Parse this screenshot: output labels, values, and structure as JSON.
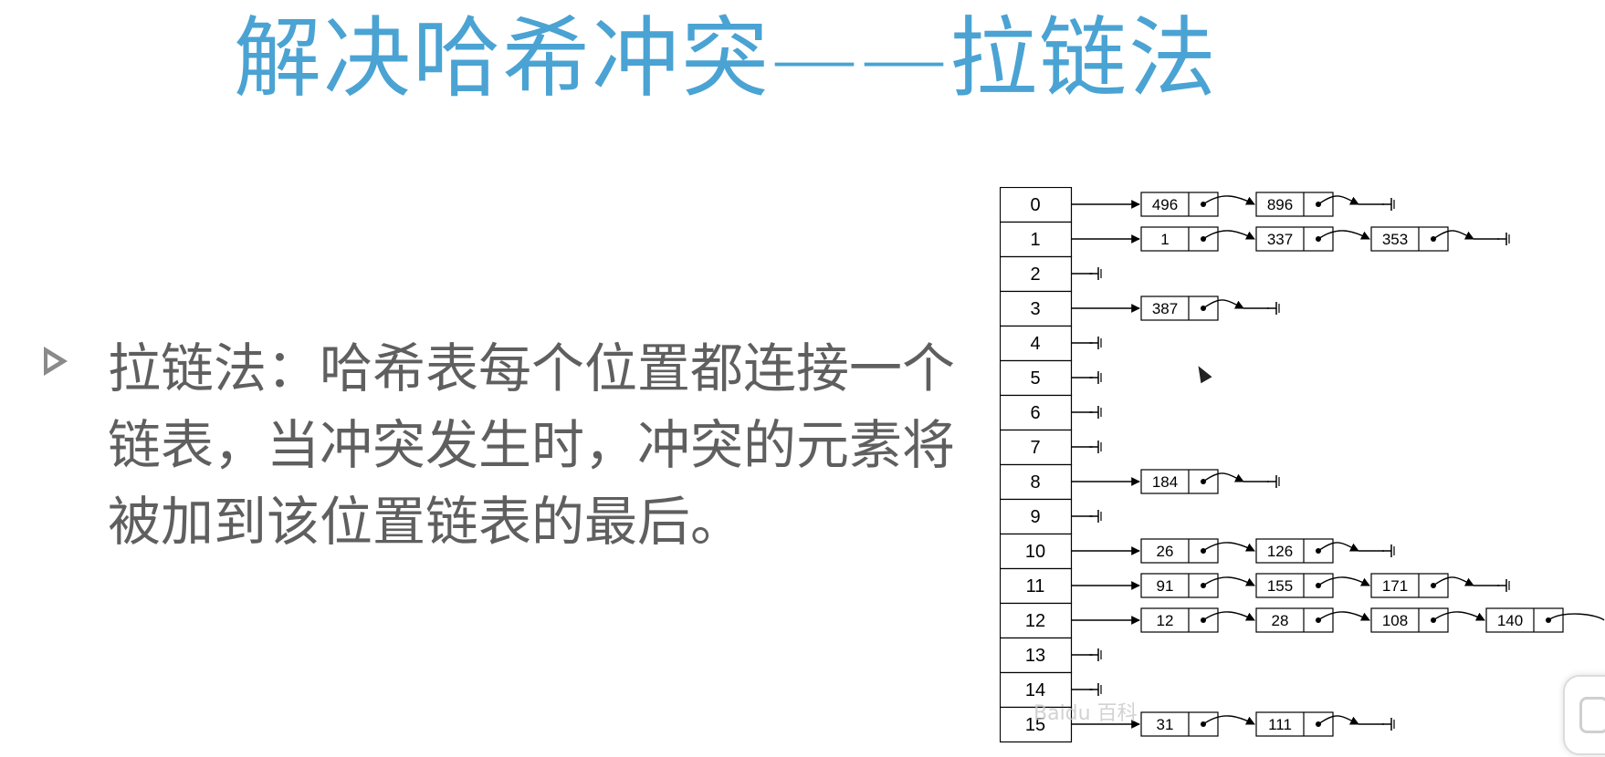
{
  "title": "解决哈希冲突——拉链法",
  "bullet": {
    "text": "拉链法：哈希表每个位置都连接一个链表，当冲突发生时，冲突的元素将被加到该位置链表的最后。"
  },
  "diagram": {
    "buckets": [
      {
        "index": "0",
        "nodes": [
          "496",
          "896"
        ]
      },
      {
        "index": "1",
        "nodes": [
          "1",
          "337",
          "353"
        ]
      },
      {
        "index": "2",
        "nodes": []
      },
      {
        "index": "3",
        "nodes": [
          "387"
        ]
      },
      {
        "index": "4",
        "nodes": []
      },
      {
        "index": "5",
        "nodes": []
      },
      {
        "index": "6",
        "nodes": []
      },
      {
        "index": "7",
        "nodes": []
      },
      {
        "index": "8",
        "nodes": [
          "184"
        ]
      },
      {
        "index": "9",
        "nodes": []
      },
      {
        "index": "10",
        "nodes": [
          "26",
          "126"
        ]
      },
      {
        "index": "11",
        "nodes": [
          "91",
          "155",
          "171"
        ]
      },
      {
        "index": "12",
        "nodes": [
          "12",
          "28",
          "108",
          "140"
        ]
      },
      {
        "index": "13",
        "nodes": []
      },
      {
        "index": "14",
        "nodes": []
      },
      {
        "index": "15",
        "nodes": [
          "31",
          "111"
        ]
      }
    ]
  },
  "watermark": "Baidu 百科",
  "icons": {
    "bullet": "arrow-bullet-icon",
    "cursor": "mouse-cursor-icon",
    "corner": "video-play-icon"
  },
  "colors": {
    "title": "#4aa3d3",
    "text": "#5f5f5f",
    "diagram_line": "#000000"
  }
}
